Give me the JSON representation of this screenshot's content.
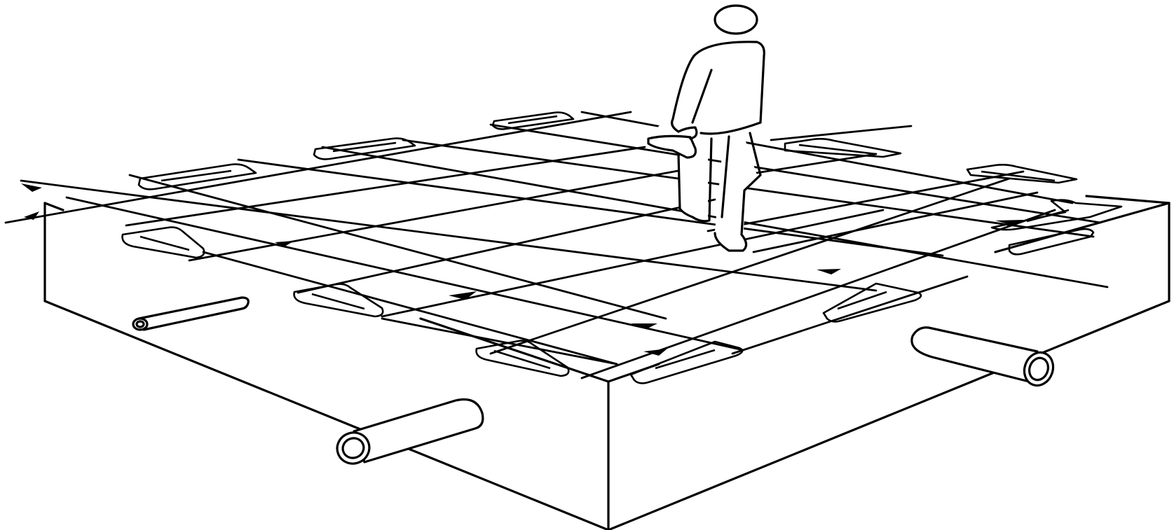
{
  "figure": {
    "label": "",
    "colors": {
      "ink": "#000000",
      "background": "#ffffff"
    },
    "elements": [
      "platform-slab",
      "coil-grid",
      "current-arrows",
      "coolant-pipes",
      "standing-person"
    ]
  }
}
